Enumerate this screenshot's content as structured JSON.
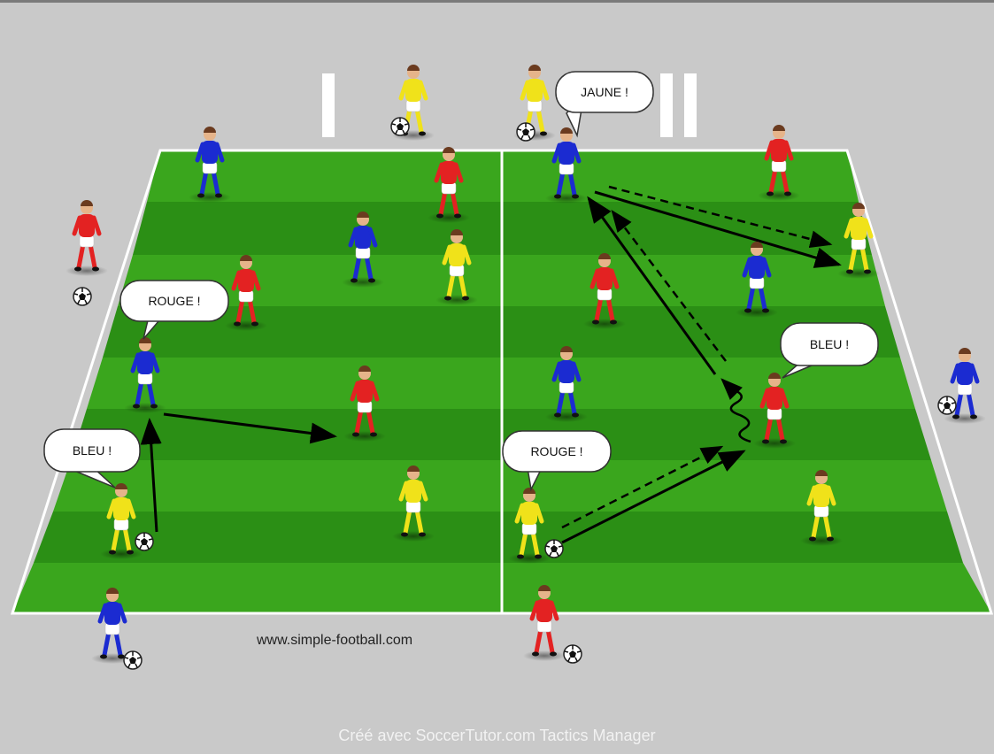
{
  "website": "www.simple-football.com",
  "footer": "Créé avec SoccerTutor.com Tactics Manager",
  "callouts": {
    "jaune": "JAUNE !",
    "rouge_left": "ROUGE !",
    "bleu_left": "BLEU !",
    "bleu_right": "BLEU !",
    "rouge_right": "ROUGE !"
  },
  "team_colors": {
    "red": "#e32222",
    "blue": "#1b2bd1",
    "yellow": "#f0e21a"
  },
  "pitch_colors": {
    "light": "#3aa61d",
    "dark": "#2b8f15",
    "line": "#ffffff",
    "background": "#c9c9c9"
  }
}
